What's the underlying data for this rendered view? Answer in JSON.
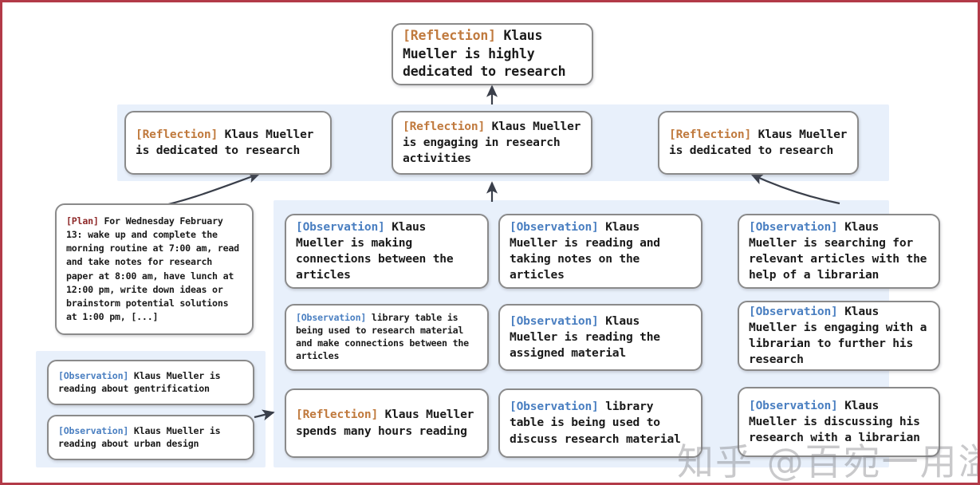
{
  "diagram": {
    "title_node": {
      "tag": "[Reflection]",
      "tag_type": "reflection",
      "text": " Klaus Mueller is highly dedicated to research"
    },
    "reflections_row": [
      {
        "tag": "[Reflection]",
        "tag_type": "reflection",
        "text": " Klaus Mueller is dedicated to research"
      },
      {
        "tag": "[Reflection]",
        "tag_type": "reflection",
        "text": " Klaus Mueller is engaging in research activities"
      },
      {
        "tag": "[Reflection]",
        "tag_type": "reflection",
        "text": " Klaus Mueller is dedicated to research"
      }
    ],
    "plan_node": {
      "tag": "[Plan]",
      "tag_type": "plan",
      "text": " For Wednesday February 13: wake up and complete the morning routine at 7:00 am, read and take notes for research paper at 8:00 am, have lunch at 12:00 pm, write down ideas or brainstorm potential solutions at 1:00 pm, [...]"
    },
    "left_observations": [
      {
        "tag": "[Observation]",
        "tag_type": "observation",
        "text": " Klaus Mueller is reading about gentrification"
      },
      {
        "tag": "[Observation]",
        "tag_type": "observation",
        "text": " Klaus Mueller is reading about urban design"
      }
    ],
    "column_two": [
      {
        "tag": "[Observation]",
        "tag_type": "observation",
        "text": " Klaus Mueller is making connections between the articles"
      },
      {
        "tag": "[Observation]",
        "tag_type": "observation",
        "text": " library table is being used to research material and make connections between the articles"
      },
      {
        "tag": "[Reflection]",
        "tag_type": "reflection",
        "text": " Klaus Mueller spends many hours reading"
      }
    ],
    "column_three": [
      {
        "tag": "[Observation]",
        "tag_type": "observation",
        "text": " Klaus Mueller is reading and taking notes on the articles"
      },
      {
        "tag": "[Observation]",
        "tag_type": "observation",
        "text": " Klaus Mueller is reading the assigned material"
      },
      {
        "tag": "[Observation]",
        "tag_type": "observation",
        "text": " library table is being used to discuss research material"
      }
    ],
    "column_four": [
      {
        "tag": "[Observation]",
        "tag_type": "observation",
        "text": " Klaus Mueller is searching for relevant articles with the help of a librarian"
      },
      {
        "tag": "[Observation]",
        "tag_type": "observation",
        "text": " Klaus Mueller is engaging with a librarian to further his research"
      },
      {
        "tag": "[Observation]",
        "tag_type": "observation",
        "text": " Klaus Mueller is discussing his research with a librarian"
      }
    ],
    "watermark": "知乎 @百宛一用溢书生",
    "colors": {
      "panel_background": "#e8f0fb",
      "node_border": "#8a8a8a",
      "reflection_tag": "#c07a3e",
      "observation_tag": "#4a7fc1",
      "plan_tag": "#8f2a2a",
      "frame_border": "#b23a48",
      "arrow": "#3a3f4a"
    }
  }
}
